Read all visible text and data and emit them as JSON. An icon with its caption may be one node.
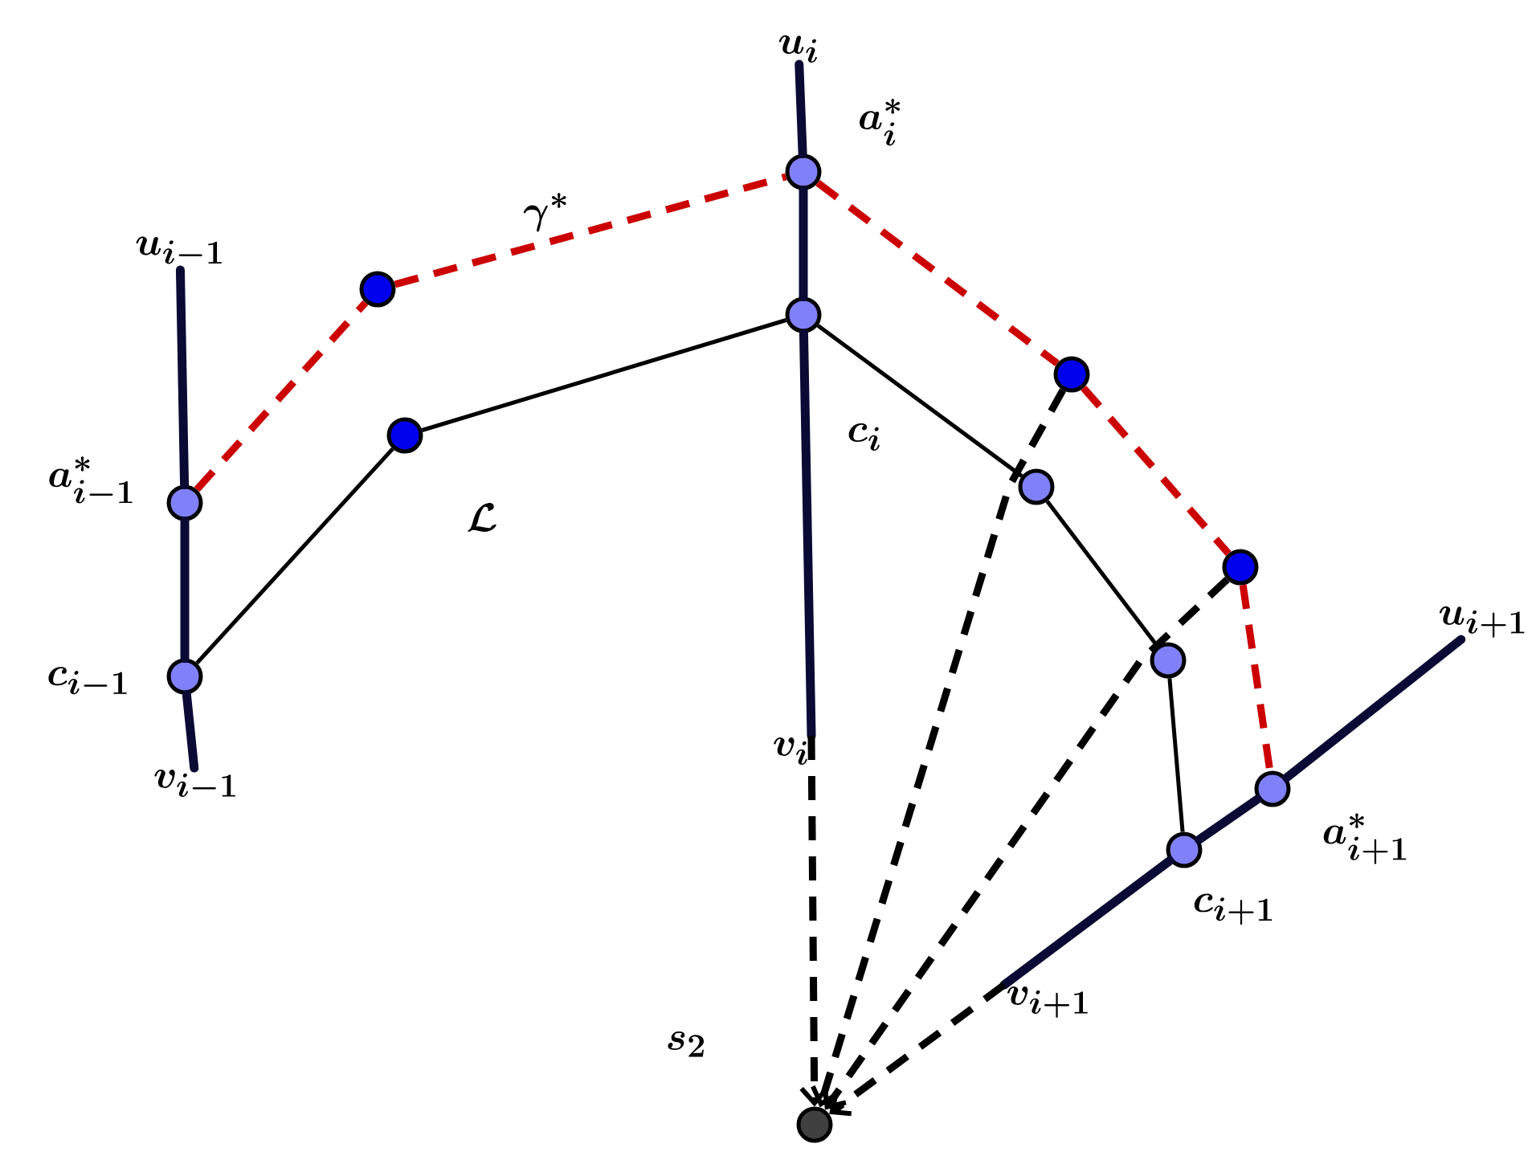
{
  "diagram": {
    "nodes": [
      {
        "text": [
          "u_{i-1}"
        ]
      },
      {
        "text": [],
        "shape": "circle",
        "beside": [
          "a^*_{i-1}"
        ]
      },
      {
        "text": [],
        "shape": "circle",
        "beside": [
          "c_{i-1}"
        ]
      },
      {
        "text": [
          "v_{i-1}"
        ]
      },
      {
        "text": [
          "u_i"
        ]
      },
      {
        "text": [],
        "shape": "circle",
        "beside": [
          "a^*_i"
        ]
      },
      {
        "text": [],
        "shape": "circle"
      },
      {
        "text": [
          "v_i"
        ]
      },
      {
        "text": [
          "u_{i+1}"
        ]
      },
      {
        "text": [],
        "shape": "circle",
        "beside": [
          "a^*_{i+1}"
        ]
      },
      {
        "text": [],
        "shape": "circle",
        "beside": [
          "c_{i+1}"
        ]
      },
      {
        "text": [
          "v_{i+1}"
        ]
      },
      {
        "text": [],
        "shape": "circle"
      },
      {
        "text": [],
        "shape": "circle"
      },
      {
        "text": [],
        "shape": "circle"
      },
      {
        "text": [],
        "shape": "circle"
      },
      {
        "text": [],
        "shape": "circle"
      },
      {
        "text": [],
        "shape": "circle"
      },
      {
        "text": [],
        "shape": "circle"
      }
    ],
    "edges": [
      {
        "from": 0,
        "to": 1,
        "arrow": "none",
        "color": "#0a0a35"
      },
      {
        "from": 1,
        "to": 2,
        "arrow": "none",
        "color": "#0a0a35"
      },
      {
        "from": 2,
        "to": 3,
        "arrow": "none",
        "color": "#0a0a35"
      },
      {
        "from": 4,
        "to": 5,
        "arrow": "none",
        "color": "#0a0a35"
      },
      {
        "from": 5,
        "to": 6,
        "arrow": "none",
        "color": "#0a0a35"
      },
      {
        "from": 6,
        "to": 7,
        "arrow": "none",
        "color": "#0a0a35"
      },
      {
        "from": 11,
        "to": 10,
        "arrow": "none",
        "color": "#0a0a35"
      },
      {
        "from": 10,
        "to": 9,
        "arrow": "none",
        "color": "#0a0a35"
      },
      {
        "from": 9,
        "to": 8,
        "arrow": "none",
        "color": "#0a0a35"
      },
      {
        "from": 1,
        "to": 12,
        "arrow": "none",
        "style": "dashed",
        "color": "#cc0000"
      },
      {
        "from": 12,
        "to": 5,
        "arrow": "none",
        "style": "dashed",
        "color": "#cc0000",
        "label": "\\gamma^*"
      },
      {
        "from": 5,
        "to": 14,
        "arrow": "none",
        "style": "dashed",
        "color": "#cc0000"
      },
      {
        "from": 14,
        "to": 15,
        "arrow": "none",
        "style": "dashed",
        "color": "#cc0000"
      },
      {
        "from": 15,
        "to": 9,
        "arrow": "none",
        "style": "dashed",
        "color": "#cc0000"
      },
      {
        "from": 2,
        "to": 13,
        "arrow": "none"
      },
      {
        "from": 13,
        "to": 6,
        "arrow": "none"
      },
      {
        "from": 6,
        "to": 16,
        "arrow": "none"
      },
      {
        "from": 16,
        "to": 17,
        "arrow": "none"
      },
      {
        "from": 17,
        "to": 10,
        "arrow": "none"
      },
      {
        "from": 7,
        "to": 18,
        "arrow": "to",
        "style": "dashed"
      },
      {
        "from": 14,
        "to": 18,
        "arrow": "to",
        "style": "dashed"
      },
      {
        "from": 15,
        "to": 18,
        "arrow": "to",
        "style": "dashed"
      },
      {
        "from": 11,
        "to": 18,
        "arrow": "to",
        "style": "dashed"
      }
    ],
    "labels": [
      "c_i",
      "\\mathcal{L}",
      "s_2"
    ]
  }
}
